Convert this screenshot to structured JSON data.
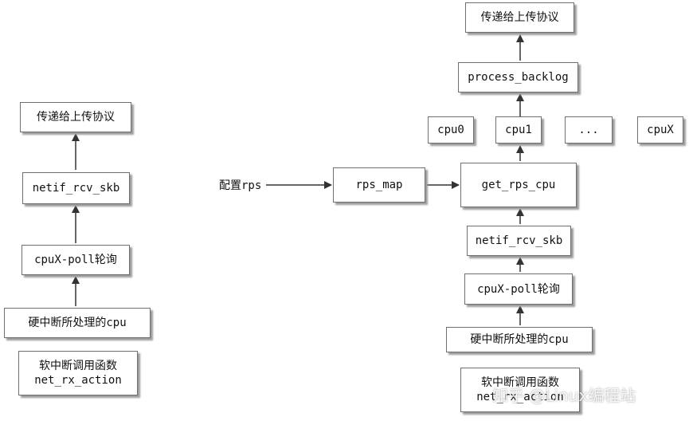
{
  "left": {
    "upper_protocol": "传递给上传协议",
    "netif_rcv_skb": "netif_rcv_skb",
    "cpux_poll": "cpuX-poll轮询",
    "hardirq_cpu": "硬中断所处理的cpu",
    "softirq_line1": "软中断调用函数",
    "softirq_line2": "net_rx_action"
  },
  "config_label": "配置rps",
  "rps_map": "rps_map",
  "right": {
    "upper_protocol": "传递给上传协议",
    "process_backlog": "process_backlog",
    "cpus": [
      "cpu0",
      "cpu1",
      "...",
      "cpuX"
    ],
    "get_rps_cpu": "get_rps_cpu",
    "netif_rcv_skb": "netif_rcv_skb",
    "cpux_poll": "cpuX-poll轮询",
    "hardirq_cpu": "硬中断所处理的cpu",
    "softirq_line1": "软中断调用函数",
    "softirq_line2": "net_rx_action"
  },
  "watermark": "知乎 @Linux编程站",
  "colors": {
    "border": "#6f6f6f",
    "shadow": "#9c9c9c",
    "arrow": "#333333"
  }
}
